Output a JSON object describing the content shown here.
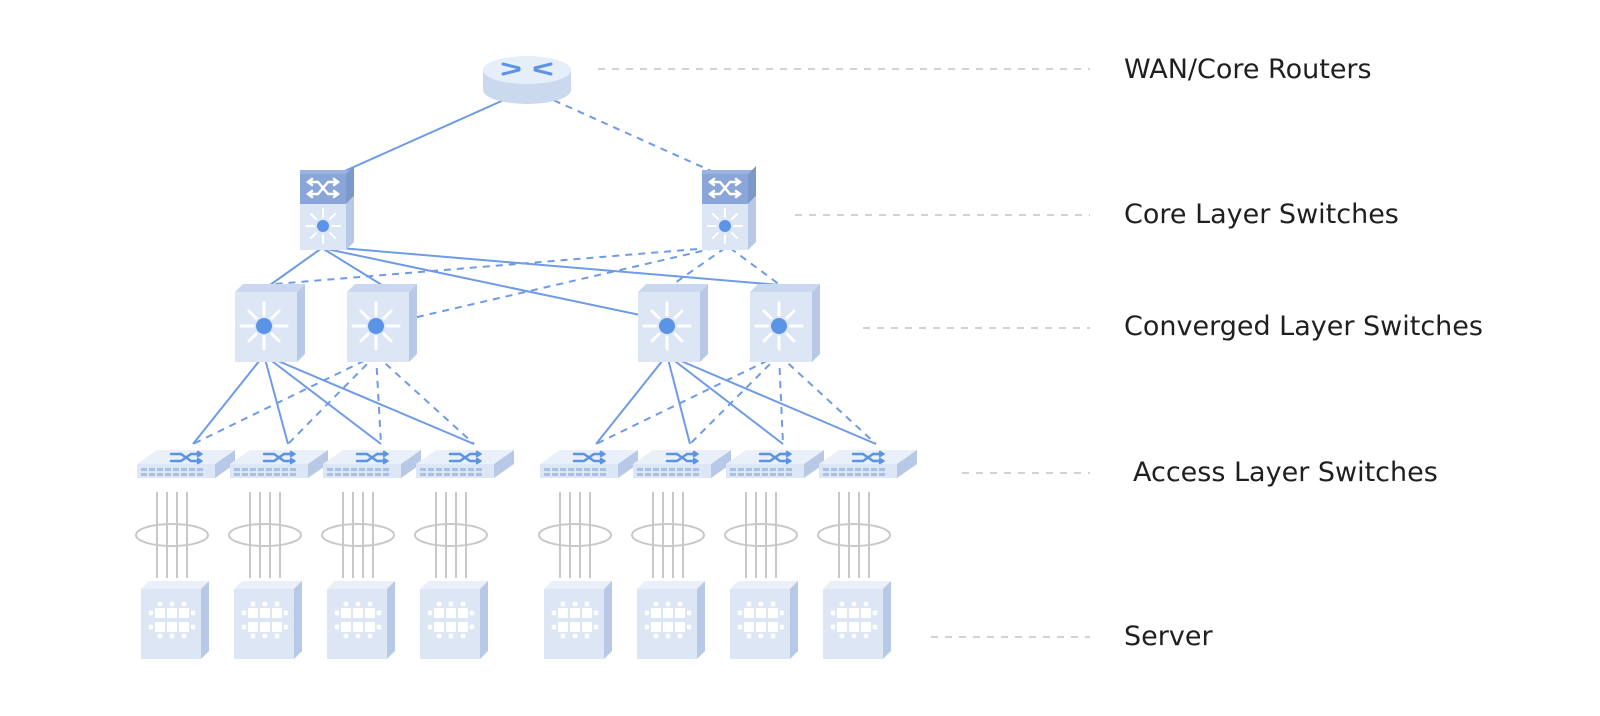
{
  "labels": {
    "wan": "WAN/Core Routers",
    "core": "Core Layer Switches",
    "converged": "Converged Layer Switches",
    "access": "Access Layer Switches",
    "server": "Server"
  },
  "colors": {
    "link": "#6f9be6",
    "device_face": "#dde6f4",
    "device_side": "#b7c9e6",
    "device_top": "#c9d8ee",
    "core_cap": "#9bb3df",
    "accent": "#5b94e6",
    "guide": "#cfd3d8",
    "cable": "#c8c8c8"
  },
  "icons": {
    "router": "router-icon",
    "core_switch": "core-switch-icon",
    "converged_switch": "converged-switch-icon",
    "access_switch": "access-switch-icon",
    "server": "server-icon"
  }
}
